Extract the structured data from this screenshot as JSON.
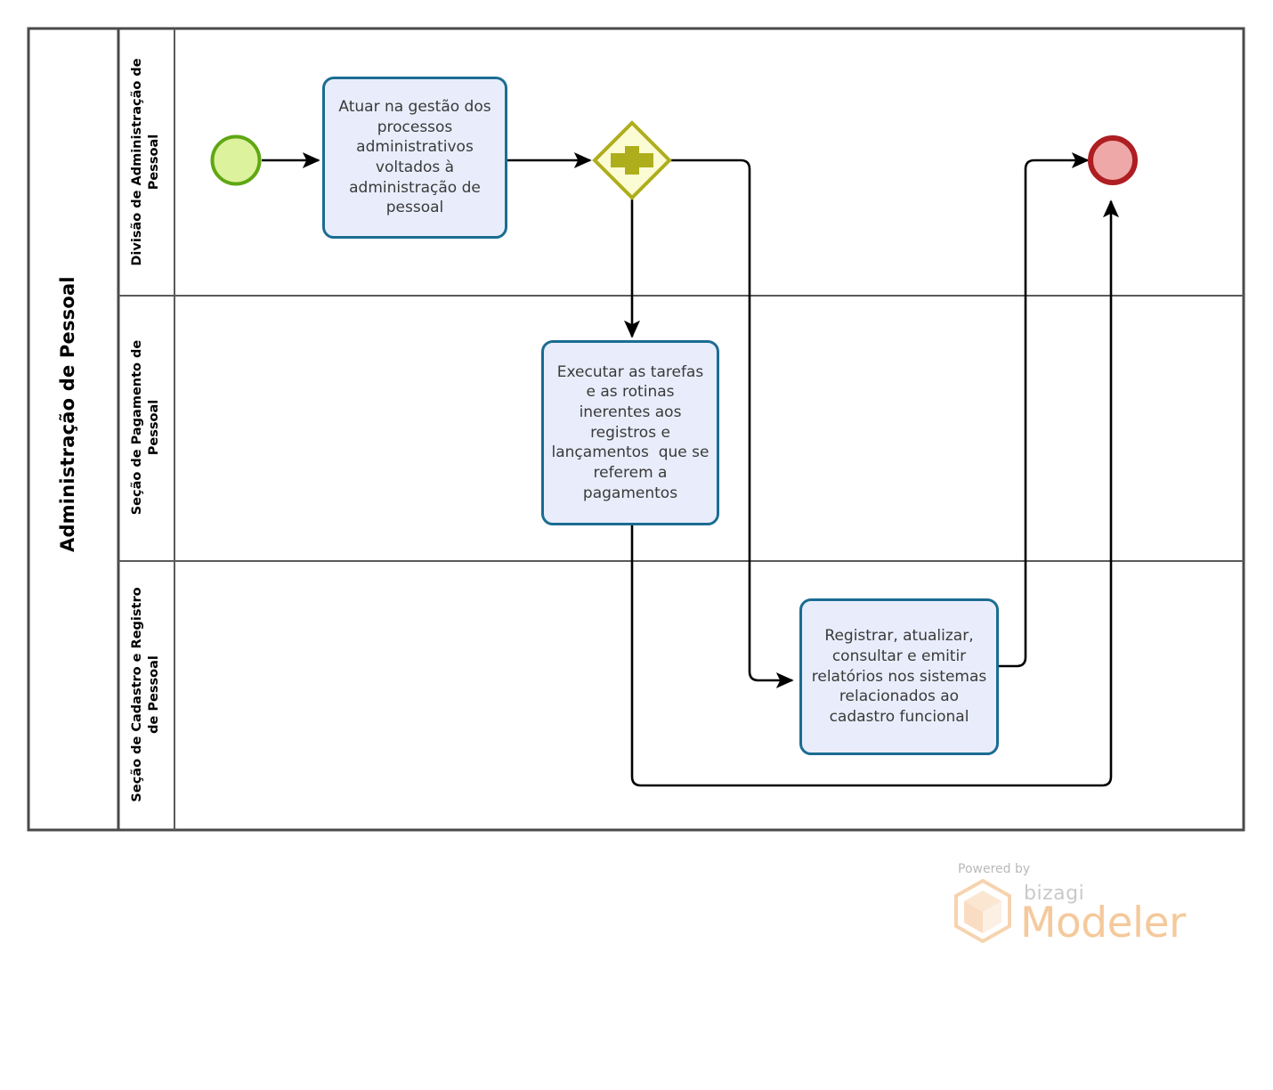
{
  "diagram": {
    "type": "bpmn-process-diagram",
    "pool": {
      "name": "Administração de Pessoal"
    },
    "lanes": [
      {
        "id": "lane-1",
        "name": "Divisão de Administração de\nPessoal"
      },
      {
        "id": "lane-2",
        "name": "Seção de Pagamento de\nPessoal"
      },
      {
        "id": "lane-3",
        "name": "Seção de Cadastro e Registro\nde Pessoal"
      }
    ],
    "events": [
      {
        "id": "start-event",
        "type": "start",
        "lane": "lane-1",
        "fill": "#DDF29D",
        "stroke": "#5FA713"
      },
      {
        "id": "end-event",
        "type": "end",
        "lane": "lane-1",
        "fill": "#EFA8A8",
        "stroke": "#AE1E22"
      }
    ],
    "gateways": [
      {
        "id": "parallel-gateway",
        "type": "parallel",
        "lane": "lane-1",
        "symbol": "+",
        "fill": "#FBFBD4",
        "stroke": "#AEAE1C"
      }
    ],
    "tasks": [
      {
        "id": "task-1",
        "lane": "lane-1",
        "label": "Atuar na gestão dos processos administrativos voltados à administração de pessoal"
      },
      {
        "id": "task-2",
        "lane": "lane-2",
        "label": "Executar as tarefas e as rotinas inerentes aos registros e lançamentos  que se referem a pagamentos"
      },
      {
        "id": "task-3",
        "lane": "lane-3",
        "label": "Registrar, atualizar, consultar e emitir relatórios nos sistemas relacionados ao cadastro funcional"
      }
    ],
    "flows": [
      {
        "from": "start-event",
        "to": "task-1"
      },
      {
        "from": "task-1",
        "to": "parallel-gateway"
      },
      {
        "from": "parallel-gateway",
        "to": "task-2"
      },
      {
        "from": "parallel-gateway",
        "to": "task-3"
      },
      {
        "from": "task-3",
        "to": "end-event"
      },
      {
        "from": "task-2",
        "to": "end-event"
      }
    ],
    "colors": {
      "task_fill": "#E9EDFB",
      "task_stroke": "#1B6C92",
      "pool_stroke": "#4A4A4A",
      "lane_stroke": "#5A5A5A",
      "flow_stroke": "#000000"
    }
  },
  "branding": {
    "powered_by": "Powered by",
    "product_prefix": "bizagi",
    "product_name": "Modeler",
    "accent": "#F5C99B"
  }
}
